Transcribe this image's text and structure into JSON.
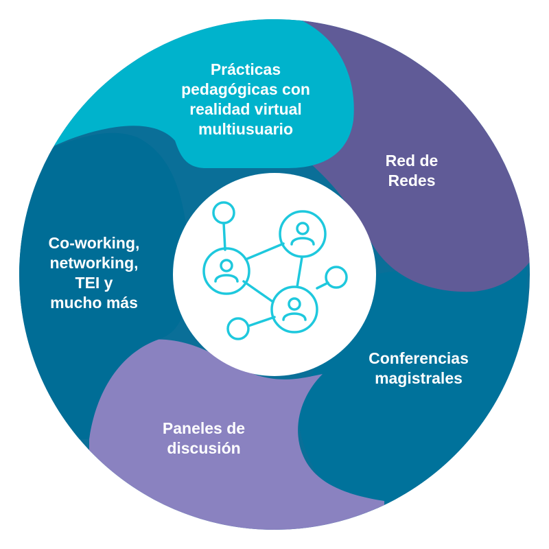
{
  "segments": [
    {
      "id": "practicas",
      "lines": [
        "Prácticas",
        "pedagógicas con",
        "realidad virtual",
        "multiusuario"
      ],
      "color": "#00b3cc"
    },
    {
      "id": "red",
      "lines": [
        "Red de",
        "Redes"
      ],
      "color": "#605b97"
    },
    {
      "id": "conferencias",
      "lines": [
        "Conferencias",
        "magistrales"
      ],
      "color": "#00729b"
    },
    {
      "id": "paneles",
      "lines": [
        "Paneles de",
        "discusión"
      ],
      "color": "#8a82c0"
    },
    {
      "id": "coworking",
      "lines": [
        "Co-working,",
        "networking,",
        "TEI y",
        "mucho más"
      ],
      "color": "#006d96"
    }
  ],
  "center": {
    "icon": "network-people-icon",
    "icon_color": "#1ec8dd",
    "background": "#ffffff"
  },
  "colors": {
    "outer_ring": "#0a6f98"
  }
}
